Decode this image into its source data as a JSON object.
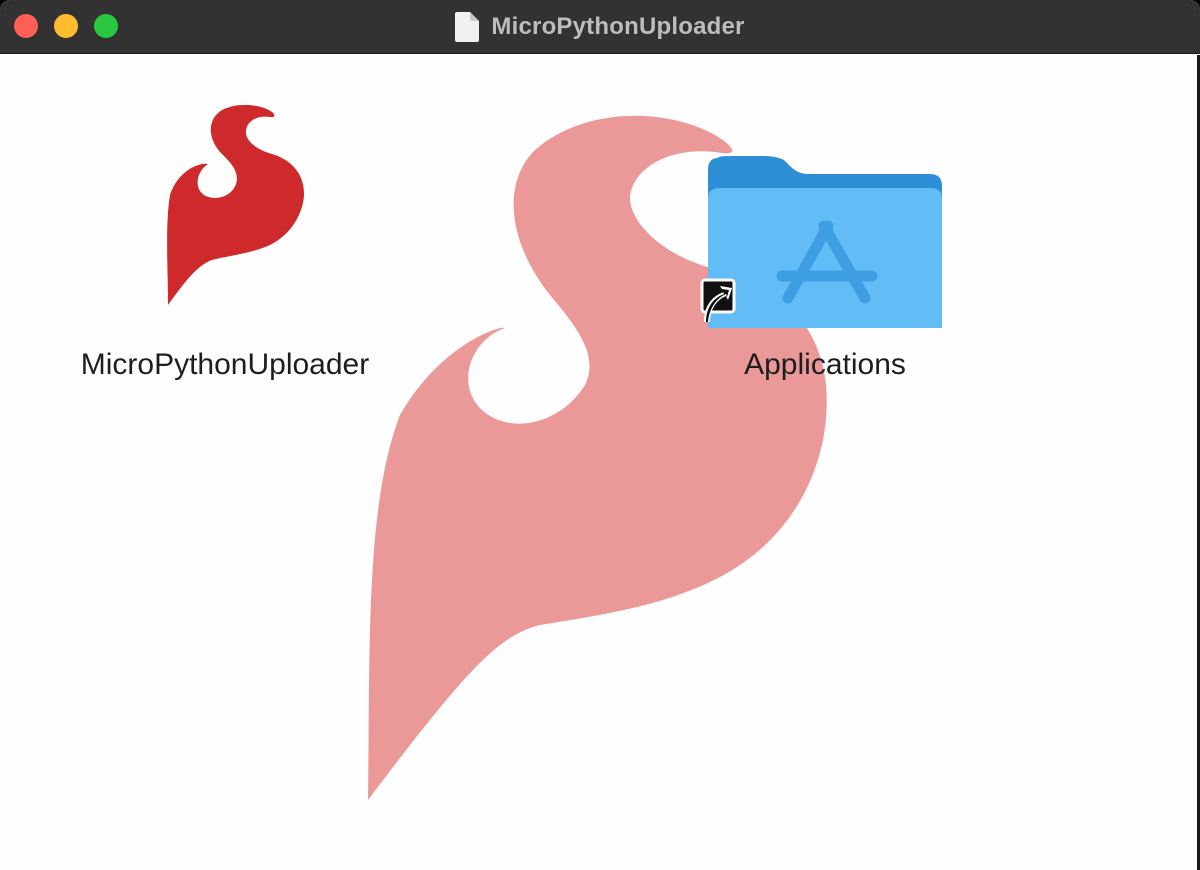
{
  "window": {
    "title": "MicroPythonUploader",
    "title_icon": "document-icon"
  },
  "traffic_lights": {
    "close_color": "#fe5f57",
    "minimize_color": "#febc2e",
    "zoom_color": "#28c840"
  },
  "background": {
    "logo": "sparkfun-flame-logo",
    "color": "#eb9998"
  },
  "items": [
    {
      "label": "MicroPythonUploader",
      "icon": "sparkfun-flame-app-icon",
      "color": "#cf2a2b"
    },
    {
      "label": "Applications",
      "icon": "applications-folder-icon",
      "badge": "alias-arrow-icon",
      "color": "#62bdf7"
    }
  ]
}
